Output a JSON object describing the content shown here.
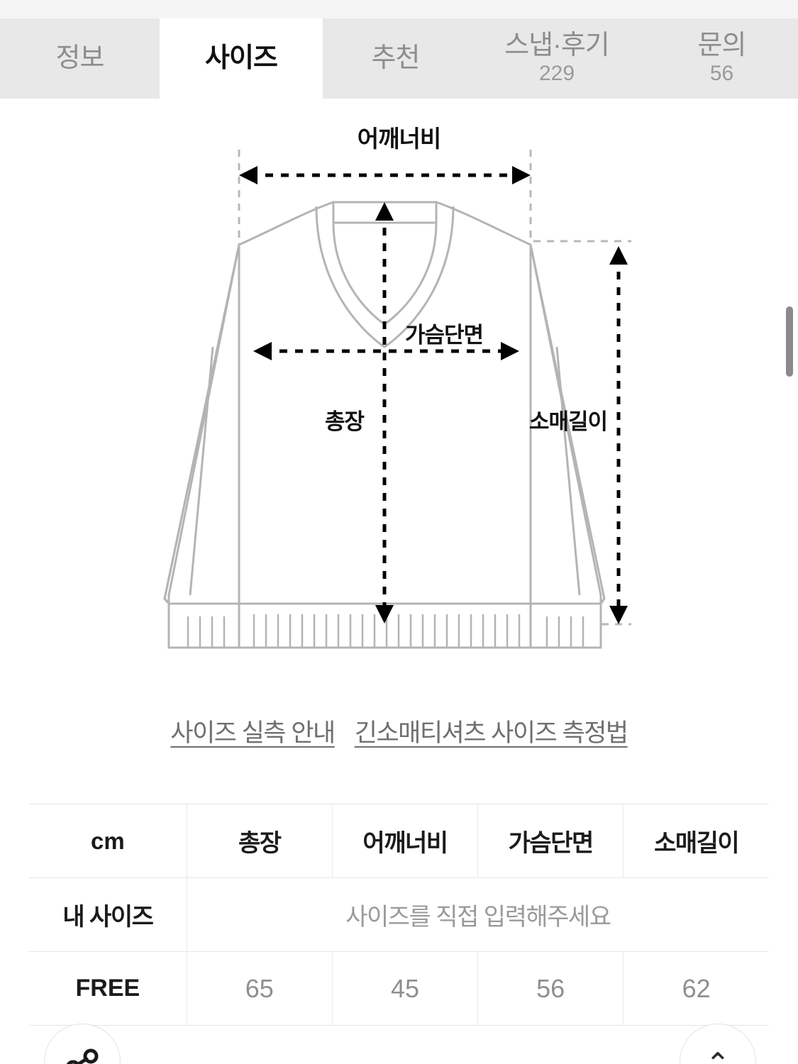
{
  "tabs": [
    {
      "label": "정보",
      "count": "",
      "active": false
    },
    {
      "label": "사이즈",
      "count": "",
      "active": true
    },
    {
      "label": "추천",
      "count": "",
      "active": false
    },
    {
      "label": "스냅·후기",
      "count": "229",
      "active": false
    },
    {
      "label": "문의",
      "count": "56",
      "active": false
    }
  ],
  "diagram": {
    "title": "어깨너비",
    "label_shoulder": "어깨너비",
    "label_chest": "가슴단면",
    "label_length": "총장",
    "label_sleeve": "소매길이"
  },
  "links": [
    {
      "label": "사이즈 실측 안내"
    },
    {
      "label": "긴소매티셔츠 사이즈 측정법"
    }
  ],
  "table": {
    "unit": "cm",
    "columns": [
      "총장",
      "어깨너비",
      "가슴단면",
      "소매길이"
    ],
    "mysize_label": "내 사이즈",
    "mysize_placeholder": "사이즈를 직접 입력해주세요",
    "rows": [
      {
        "size": "FREE",
        "values": [
          "65",
          "45",
          "56",
          "62"
        ]
      }
    ]
  },
  "fab": {
    "share_icon": "share-icon",
    "scroll_top_icon": "chevron-up-icon",
    "scroll_top_glyph": "⌃"
  },
  "colors": {
    "tabbar_bg": "#e8e8e8",
    "tab_active_bg": "#ffffff",
    "tab_inactive_text": "#8d8d8d",
    "tab_active_text": "#111111",
    "garment_stroke": "#b4b4b4",
    "dimension_stroke": "#000000",
    "guide_stroke": "#b8b8b8",
    "link_text": "#6f6f6f",
    "table_border": "#e6e6e6",
    "value_text": "#8f8f8f"
  }
}
